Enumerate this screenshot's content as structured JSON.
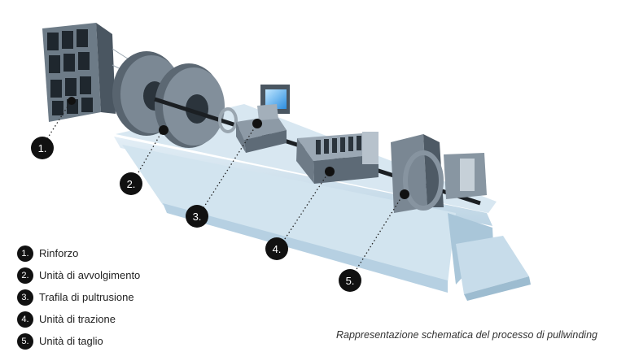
{
  "callouts": [
    {
      "num": "1.",
      "label": "Rinforzo"
    },
    {
      "num": "2.",
      "label": "Unità di avvolgimento"
    },
    {
      "num": "3.",
      "label": "Trafila di pultrusione"
    },
    {
      "num": "4.",
      "label": "Unità di trazione"
    },
    {
      "num": "5.",
      "label": "Unità di taglio"
    }
  ],
  "caption": "Rappresentazione schematica del processo di pullwinding",
  "colors": {
    "base": "#c5dcea",
    "machine": "#7d8c99",
    "dark": "#2d3840",
    "accent": "#3aa0e8"
  }
}
